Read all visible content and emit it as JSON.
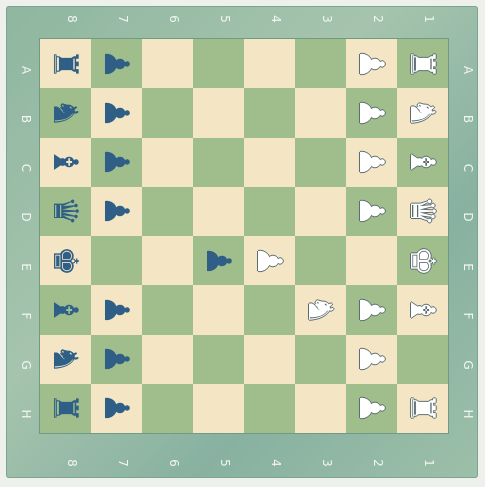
{
  "board": {
    "files": [
      "A",
      "B",
      "C",
      "D",
      "E",
      "F",
      "G",
      "H"
    ],
    "ranks": [
      "8",
      "7",
      "6",
      "5",
      "4",
      "3",
      "2",
      "1"
    ],
    "rows": [
      [
        "br",
        "bp",
        "",
        "",
        "",
        "",
        "wp",
        "wr"
      ],
      [
        "bn",
        "bp",
        "",
        "",
        "",
        "",
        "wp",
        "wn"
      ],
      [
        "bb",
        "bp",
        "",
        "",
        "",
        "",
        "wp",
        "wb"
      ],
      [
        "bq",
        "bp",
        "",
        "",
        "",
        "",
        "wp",
        "wq"
      ],
      [
        "bk",
        "",
        "",
        "bp",
        "wp",
        "",
        "",
        "wk"
      ],
      [
        "bb",
        "bp",
        "",
        "",
        "",
        "wn",
        "wp",
        "wb"
      ],
      [
        "bn",
        "bp",
        "",
        "",
        "",
        "",
        "wp",
        ""
      ],
      [
        "br",
        "bp",
        "",
        "",
        "",
        "",
        "wp",
        "wr"
      ]
    ]
  },
  "colors": {
    "light_square": "#f4e6c4",
    "dark_square": "#9fbe8b",
    "black_piece": "#2f5f86",
    "white_piece": "#ffffff"
  }
}
